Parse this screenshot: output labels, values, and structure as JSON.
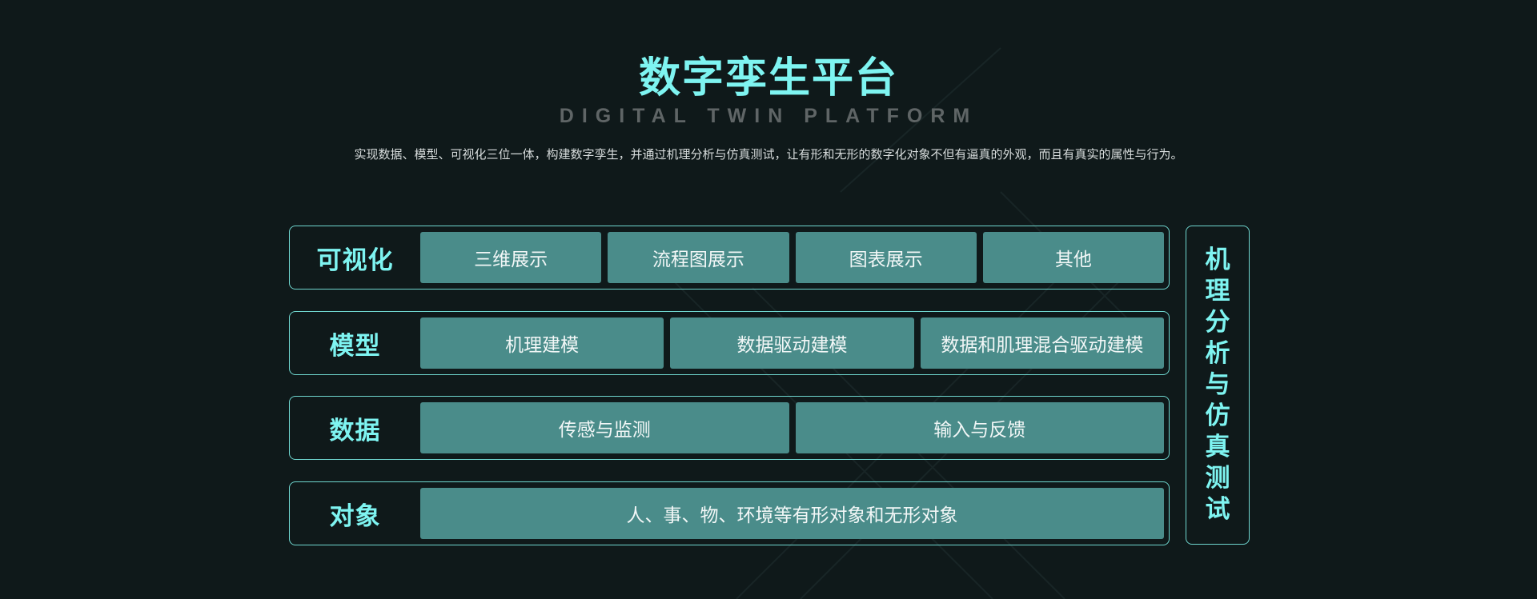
{
  "header": {
    "title": "数字孪生平台",
    "subtitle": "DIGITAL TWIN PLATFORM",
    "description": "实现数据、模型、可视化三位一体，构建数字孪生，并通过机理分析与仿真测试，让有形和无形的数字化对象不但有逼真的外观，而且有真实的属性与行为。"
  },
  "layers": [
    {
      "label": "可视化",
      "items": [
        "三维展示",
        "流程图展示",
        "图表展示",
        "其他"
      ]
    },
    {
      "label": "模型",
      "items": [
        "机理建模",
        "数据驱动建模",
        "数据和肌理混合驱动建模"
      ]
    },
    {
      "label": "数据",
      "items": [
        "传感与监测",
        "输入与反馈"
      ]
    },
    {
      "label": "对象",
      "items": [
        "人、事、物、环境等有形对象和无形对象"
      ]
    }
  ],
  "side_panel": {
    "label": "机理分析与仿真测试",
    "chars": [
      "机",
      "理",
      "分",
      "析",
      "与",
      "仿",
      "真",
      "测",
      "试"
    ]
  },
  "colors": {
    "background": "#0f191a",
    "accent": "#7ef4f1",
    "border": "#6fd6cf",
    "item_fill": "#4a8c8a",
    "subtitle": "#5f6566"
  }
}
